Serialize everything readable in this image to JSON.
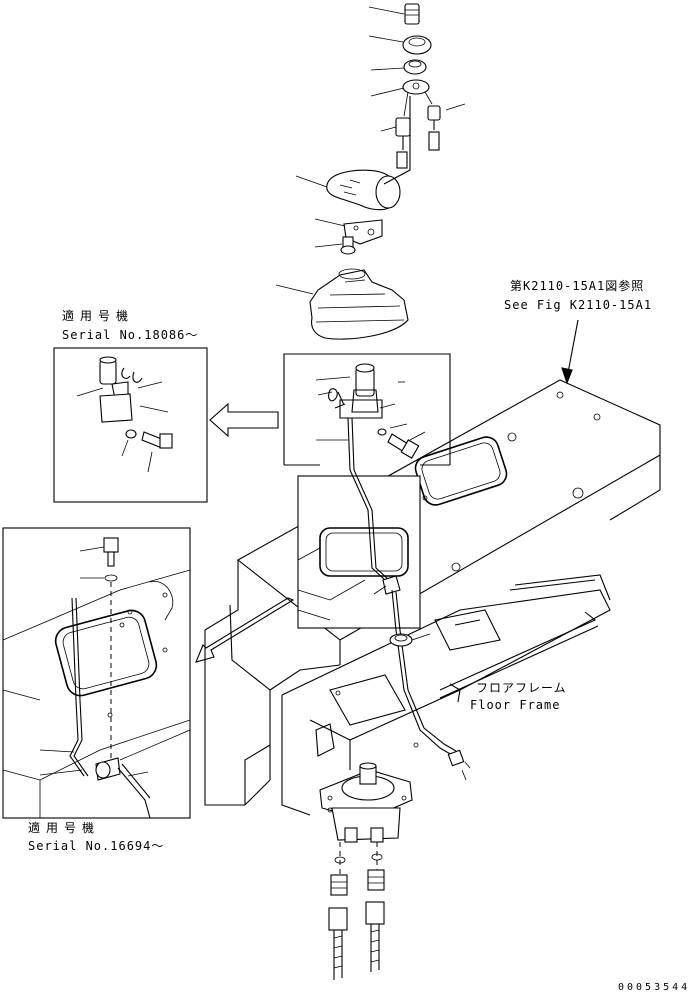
{
  "reference": {
    "jp": "第K2110-15A1図参照",
    "en": "See Fig K2110-15A1"
  },
  "inset_top": {
    "applicable_jp": "適用号機",
    "serial": "Serial No.18086～"
  },
  "inset_left": {
    "applicable_jp": "適用号機",
    "serial": "Serial No.16694～"
  },
  "floor_frame": {
    "jp": "フロアフレーム",
    "en": "Floor Frame"
  },
  "drawing_number": "00053544"
}
